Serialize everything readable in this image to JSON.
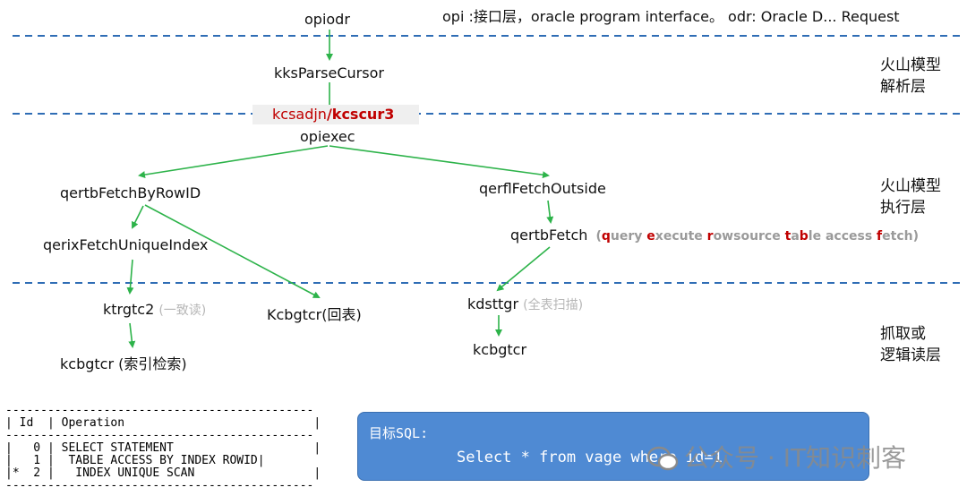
{
  "header_note": "opi :接口层，oracle program interface。 odr: Oracle D... Request",
  "layers": [
    {
      "line1": "火山模型",
      "line2": "解析层"
    },
    {
      "line1": "火山模型",
      "line2": "执行层"
    },
    {
      "line1": "抓取或",
      "line2": "逻辑读层"
    }
  ],
  "nodes": {
    "opiodr": "opiodr",
    "kksParseCursor": "kksParseCursor",
    "kcsadjn": "kcsadjn",
    "slash": "/",
    "kcscur3": "kcscur3",
    "opiexec": "opiexec",
    "qertbFetchByRowID": "qertbFetchByRowID",
    "qerflFetchOutside": "qerflFetchOutside",
    "qerixFetchUniqueIndex": "qerixFetchUniqueIndex",
    "qertbFetch": "qertbFetch",
    "ktrgtc2": "ktrgtc2",
    "ktrgtc2_note": "(一致读)",
    "Kcbgtcr_back": "Kcbgtcr(回表)",
    "kdsttgr": "kdsttgr",
    "kdsttgr_note": "(全表扫描)",
    "kcbgtcr_index": "kcbgtcr (索引检索)",
    "kcbgtcr_right": "kcbgtcr"
  },
  "qertb_expansion": {
    "open": "(",
    "parts": [
      {
        "hi": "q",
        "rest": "uery "
      },
      {
        "hi": "e",
        "rest": "xecute "
      },
      {
        "hi": "r",
        "rest": "owsource "
      },
      {
        "hi": "t",
        "rest": "a"
      },
      {
        "hi": "b",
        "rest": "le access "
      },
      {
        "hi": "f",
        "rest": "etch"
      }
    ],
    "close": ")"
  },
  "plan_text": "--------------------------------------------\n| Id  | Operation                           |\n--------------------------------------------\n|   0 | SELECT STATEMENT                    |\n|   1 |  TABLE ACCESS BY INDEX ROWID|\n|*  2 |   INDEX UNIQUE SCAN                 |\n--------------------------------------------",
  "sql_box": {
    "label": "目标SQL:",
    "query": "Select * from vage where id=1"
  },
  "watermark": "公众号 · IT知识刺客",
  "colors": {
    "arrow": "#2db34a",
    "dashed": "#2f6db5",
    "red": "#c00000",
    "box": "#4f8ad3"
  }
}
